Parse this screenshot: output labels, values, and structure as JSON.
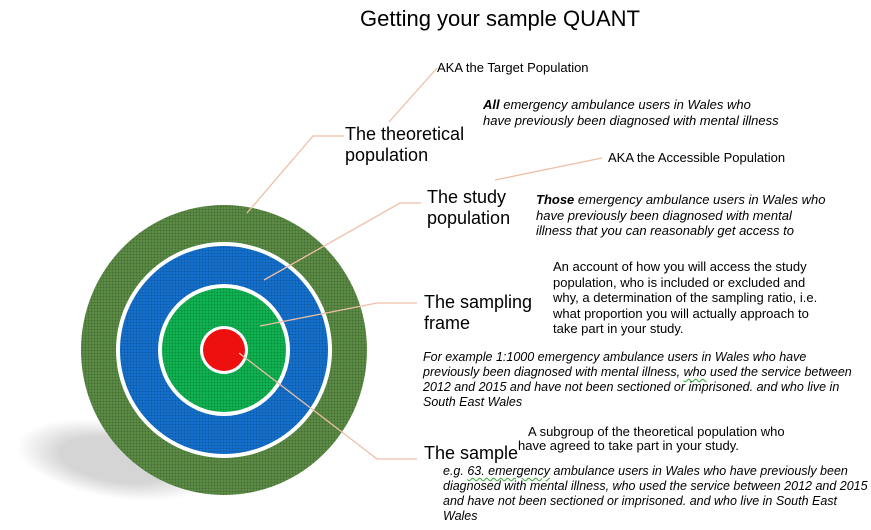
{
  "slide": {
    "title": "Getting your sample QUANT"
  },
  "theoretical": {
    "aka": "AKA the Target Population",
    "label": "The theoretical\npopulation",
    "desc_lead": "All",
    "desc_rest": " emergency ambulance users in Wales who\nhave previously been diagnosed with mental illness"
  },
  "study": {
    "aka": "AKA the Accessible Population",
    "label": "The study\npopulation",
    "desc_lead": "Those",
    "desc_rest": " emergency ambulance users in Wales who\nhave previously been diagnosed with mental\nillness that you can reasonably get access to"
  },
  "sampling_frame": {
    "label": "The sampling\nframe",
    "desc": "An account of how you will access the study\npopulation, who is included or excluded and\nwhy, a determination of the sampling ratio, i.e.\nwhat proportion you will actually approach to\ntake part in your study.",
    "example_pre": "For example 1:1000 emergency ambulance users in Wales who have\npreviously been diagnosed with mental illness, ",
    "example_marked": "who",
    "example_post": " used the service between\n2012 and 2015 and have not been sectioned or imprisoned. and who live in\nSouth East Wales"
  },
  "sample": {
    "label": "The sample",
    "desc": "A subgroup of the theoretical population who\nhave agreed to take part in your study.",
    "example_pre": "e.g. ",
    "example_marked": "63. emergency",
    "example_post": " ambulance users in Wales who have previously been\ndiagnosed with mental illness, who used the service between 2012 and 2015\nand have not been sectioned or imprisoned. and who live in South East\nWales"
  },
  "diagram": {
    "ring_colors": {
      "theoretical_outer_green": "#5a8a44",
      "study_blue": "#1470cc",
      "sampling_frame_green": "#0fb150",
      "sample_red": "#ee0f0f",
      "ring_gap_white": "#ffffff",
      "shadow_gray": "#d5d5d5"
    },
    "connector_color": "#edbfa6",
    "grammar_underline_color": "#2faa2f"
  }
}
